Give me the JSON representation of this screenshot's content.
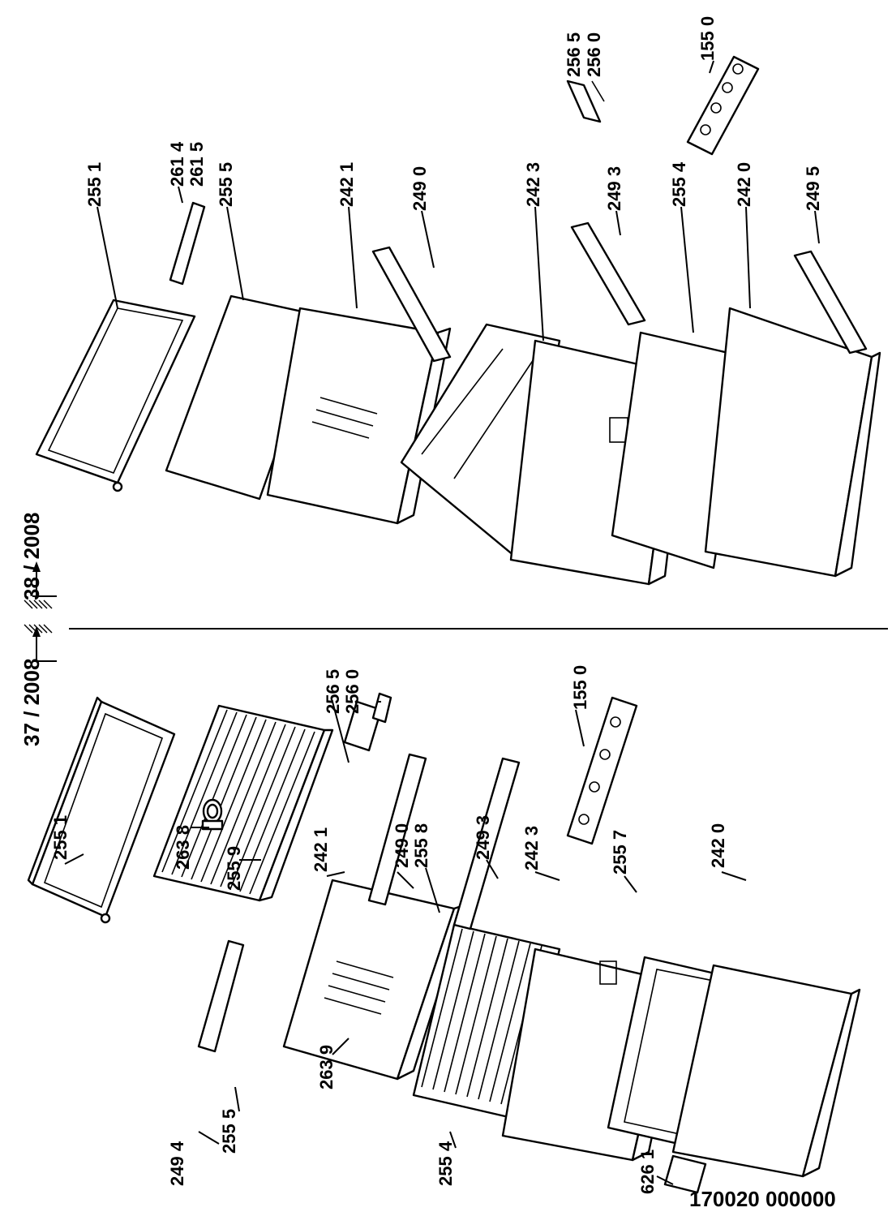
{
  "drawing_number": "170020 000000",
  "version_markers": {
    "before": "37 / 2008",
    "after": "38 / 2008"
  },
  "part_labels": {
    "left": {
      "l_255_1": "255 1",
      "l_263_8": "263 8",
      "l_255_9": "255 9",
      "l_242_1": "242 1",
      "l_256_5": "256 5",
      "l_256_0": "256 0",
      "l_249_0": "249 0",
      "l_255_8": "255 8",
      "l_249_3": "249 3",
      "l_242_3": "242 3",
      "l_155_0": "155 0",
      "l_255_7": "255 7",
      "l_242_0": "242 0",
      "l_249_4": "249 4",
      "l_255_5": "255 5",
      "l_263_9": "263 9",
      "l_255_4": "255 4",
      "l_626_1": "626 1"
    },
    "right": {
      "r_255_1": "255 1",
      "r_261_4": "261 4",
      "r_261_5": "261 5",
      "r_255_5": "255 5",
      "r_242_1": "242 1",
      "r_249_0": "249 0",
      "r_242_3": "242 3",
      "r_249_3": "249 3",
      "r_255_4": "255 4",
      "r_242_0": "242 0",
      "r_249_5": "249 5",
      "r_256_5": "256 5",
      "r_256_0": "256 0",
      "r_155_0": "155 0"
    }
  }
}
